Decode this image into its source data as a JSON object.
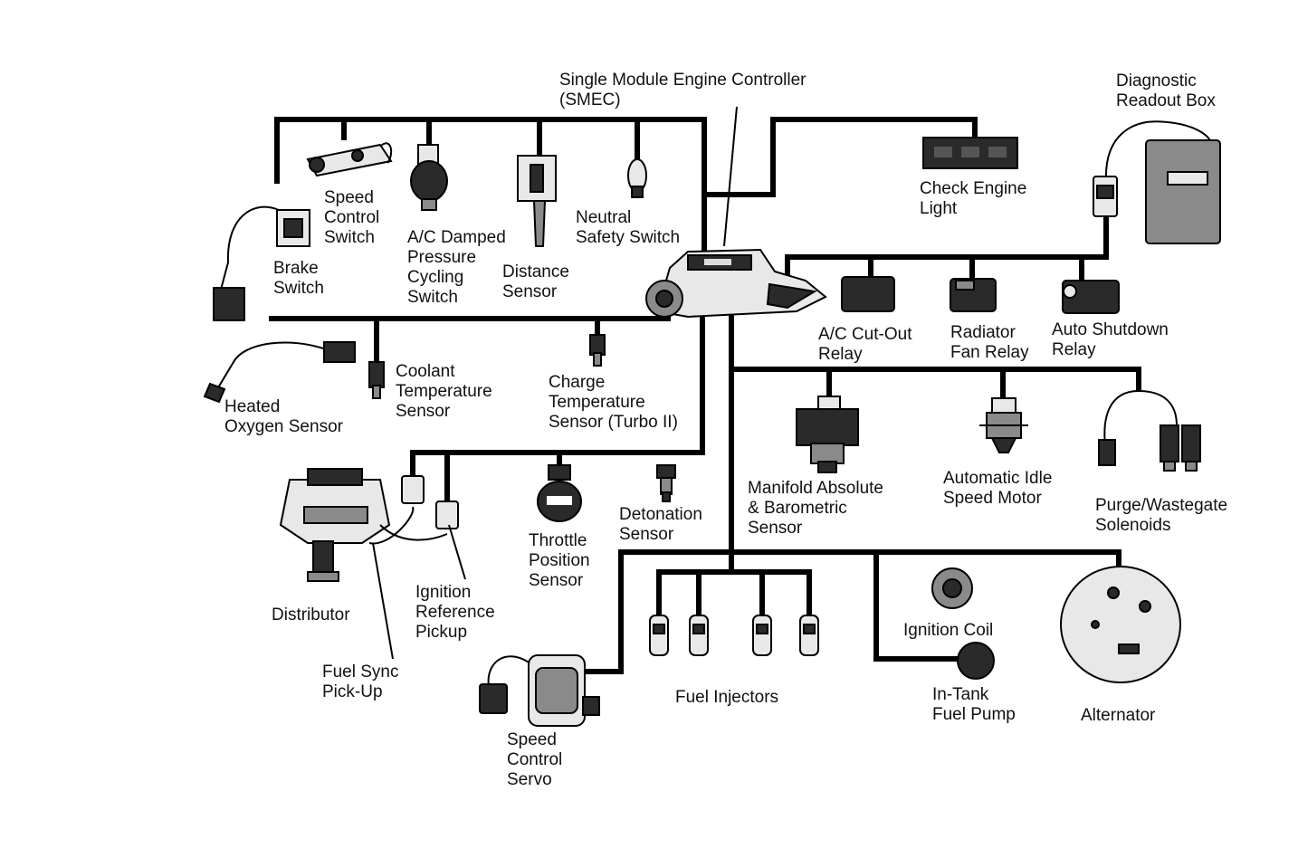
{
  "labels": {
    "smec": [
      "Single Module Engine Controller",
      "(SMEC)"
    ],
    "diagnostic": [
      "Diagnostic",
      "Readout Box"
    ],
    "check_engine": [
      "Check Engine",
      "Light"
    ],
    "speed_control_switch": [
      "Speed",
      "Control",
      "Switch"
    ],
    "ac_damped": [
      "A/C Damped",
      "Pressure",
      "Cycling",
      "Switch"
    ],
    "distance_sensor": [
      "Distance",
      "Sensor"
    ],
    "neutral_safety": [
      "Neutral",
      "Safety Switch"
    ],
    "brake_switch": [
      "Brake",
      "Switch"
    ],
    "ac_cutout": [
      "A/C Cut-Out",
      "Relay"
    ],
    "radiator_fan": [
      "Radiator",
      "Fan Relay"
    ],
    "auto_shutdown": [
      "Auto Shutdown",
      "Relay"
    ],
    "heated_oxygen": [
      "Heated",
      "Oxygen Sensor"
    ],
    "coolant_temp": [
      "Coolant",
      "Temperature",
      "Sensor"
    ],
    "charge_temp": [
      "Charge",
      "Temperature",
      "Sensor (Turbo II)"
    ],
    "map_sensor": [
      "Manifold Absolute",
      "& Barometric",
      "Sensor"
    ],
    "idle_motor": [
      "Automatic Idle",
      "Speed Motor"
    ],
    "purge": [
      "Purge/Wastegate",
      "Solenoids"
    ],
    "distributor": [
      "Distributor"
    ],
    "ignition_ref": [
      "Ignition",
      "Reference",
      "Pickup"
    ],
    "throttle_pos": [
      "Throttle",
      "Position",
      "Sensor"
    ],
    "detonation": [
      "Detonation",
      "Sensor"
    ],
    "fuel_sync": [
      "Fuel Sync",
      "Pick-Up"
    ],
    "ignition_coil": [
      "Ignition Coil"
    ],
    "fuel_injectors": [
      "Fuel Injectors"
    ],
    "in_tank_pump": [
      "In-Tank",
      "Fuel Pump"
    ],
    "alternator": [
      "Alternator"
    ],
    "speed_servo": [
      "Speed",
      "Control",
      "Servo"
    ]
  }
}
